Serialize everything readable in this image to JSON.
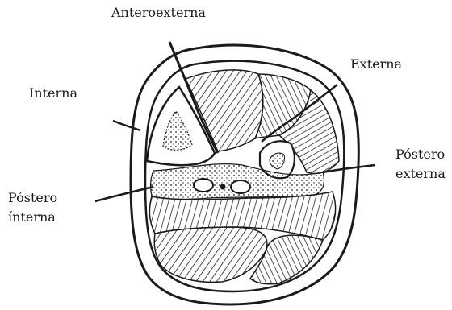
{
  "labels": {
    "anteroexterna": "Anteroexterna",
    "externa": "Externa",
    "interna": "Interna",
    "postero_externa_1": "Póstero",
    "postero_externa_2": "externa",
    "postero_interna_1": "Póstero",
    "postero_interna_2": "ínterna"
  },
  "colors": {
    "ink": "#1a1a1a",
    "paper": "#ffffff"
  }
}
